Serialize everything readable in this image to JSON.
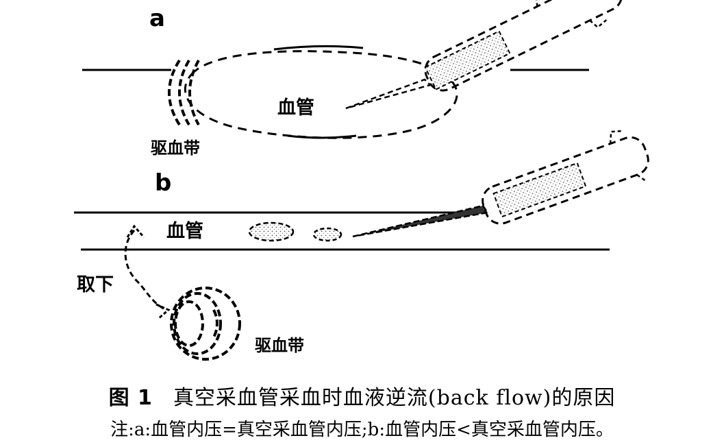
{
  "panels": {
    "a": {
      "label": "a",
      "vessel_label": "血管",
      "tourniquet_label": "驱血带"
    },
    "b": {
      "label": "b",
      "vessel_label": "血管",
      "remove_label": "取下",
      "tourniquet_label": "驱血带"
    }
  },
  "caption": {
    "figure_number": "图 1",
    "title": "真空采血管采血时血液逆流(back flow)的原因",
    "note": "注:a:血管内压=真空采血管内压;b:血管内压<真空采血管内压。"
  }
}
